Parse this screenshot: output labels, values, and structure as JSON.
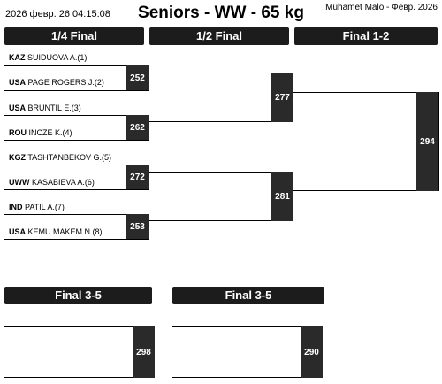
{
  "header": {
    "datetime": "2026 февр. 26 04:15:08",
    "title": "Seniors - WW - 65 kg",
    "credit": "Muhamet Malo - Февр. 2026"
  },
  "rounds": [
    "1/4 Final",
    "1/2 Final",
    "Final 1-2"
  ],
  "athletes": [
    {
      "country": "KAZ",
      "name": "SUIDUOVA A.(1)"
    },
    {
      "country": "USA",
      "name": "PAGE ROGERS J.(2)"
    },
    {
      "country": "USA",
      "name": "BRUNTIL E.(3)"
    },
    {
      "country": "ROU",
      "name": "INCZE K.(4)"
    },
    {
      "country": "KGZ",
      "name": "TASHTANBEKOV G.(5)"
    },
    {
      "country": "UWW",
      "name": "KASABIEVA A.(6)"
    },
    {
      "country": "IND",
      "name": "PATIL A.(7)"
    },
    {
      "country": "USA",
      "name": "KEMU MAKEM N.(8)"
    }
  ],
  "bouts": {
    "qf": [
      "252",
      "262",
      "272",
      "253"
    ],
    "sf": [
      "277",
      "281"
    ],
    "final": "294",
    "bronze": [
      "298",
      "290"
    ]
  },
  "bronze_heads": [
    "Final 3-5",
    "Final 3-5"
  ]
}
